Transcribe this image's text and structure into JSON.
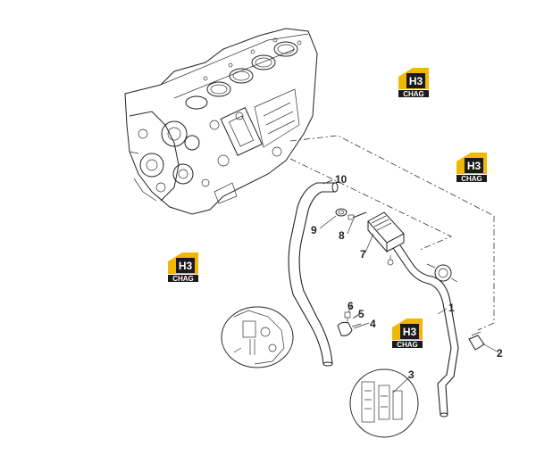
{
  "diagram": {
    "callouts": [
      {
        "id": "1",
        "label": "1"
      },
      {
        "id": "2",
        "label": "2"
      },
      {
        "id": "3",
        "label": "3"
      },
      {
        "id": "4",
        "label": "4"
      },
      {
        "id": "5",
        "label": "5"
      },
      {
        "id": "6",
        "label": "6"
      },
      {
        "id": "7",
        "label": "7"
      },
      {
        "id": "8",
        "label": "8"
      },
      {
        "id": "9",
        "label": "9"
      },
      {
        "id": "10",
        "label": "10"
      }
    ],
    "watermark": {
      "logo_top": "H3",
      "logo_bottom": "CHAG",
      "brand_color": "#f2b705",
      "dark_color": "#1a1a1a",
      "count": 4
    }
  }
}
